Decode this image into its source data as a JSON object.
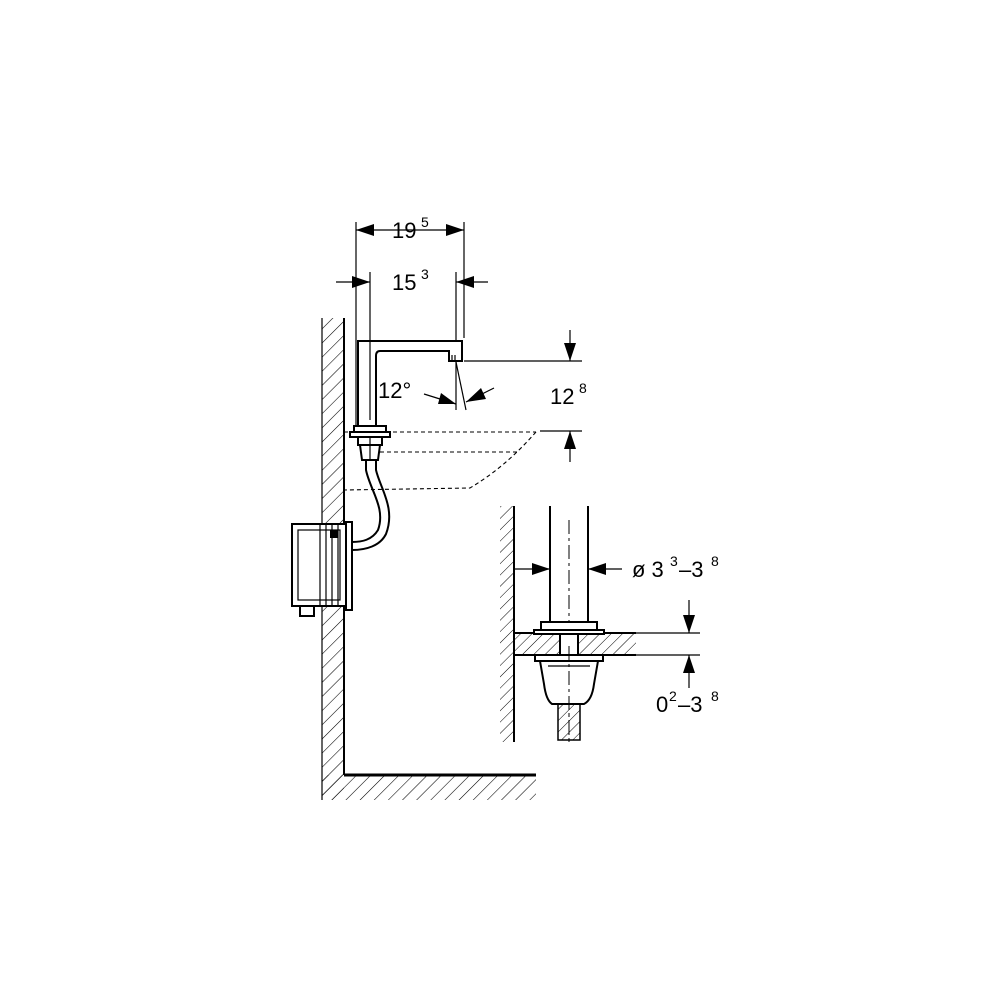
{
  "dimensions": {
    "overall_width": {
      "base": "19",
      "sup": "5"
    },
    "spout_reach": {
      "base": "15",
      "sup": "3"
    },
    "spout_height": {
      "base": "12",
      "sup": "8"
    },
    "spout_angle": {
      "text": "12°"
    },
    "pipe_diameter": {
      "prefix": "ø 3",
      "sup1": "3",
      "mid": "–3",
      "sup2": "8"
    },
    "deck_thickness": {
      "prefix": "0",
      "sup1": "2",
      "mid": "–3",
      "sup2": "8"
    }
  }
}
